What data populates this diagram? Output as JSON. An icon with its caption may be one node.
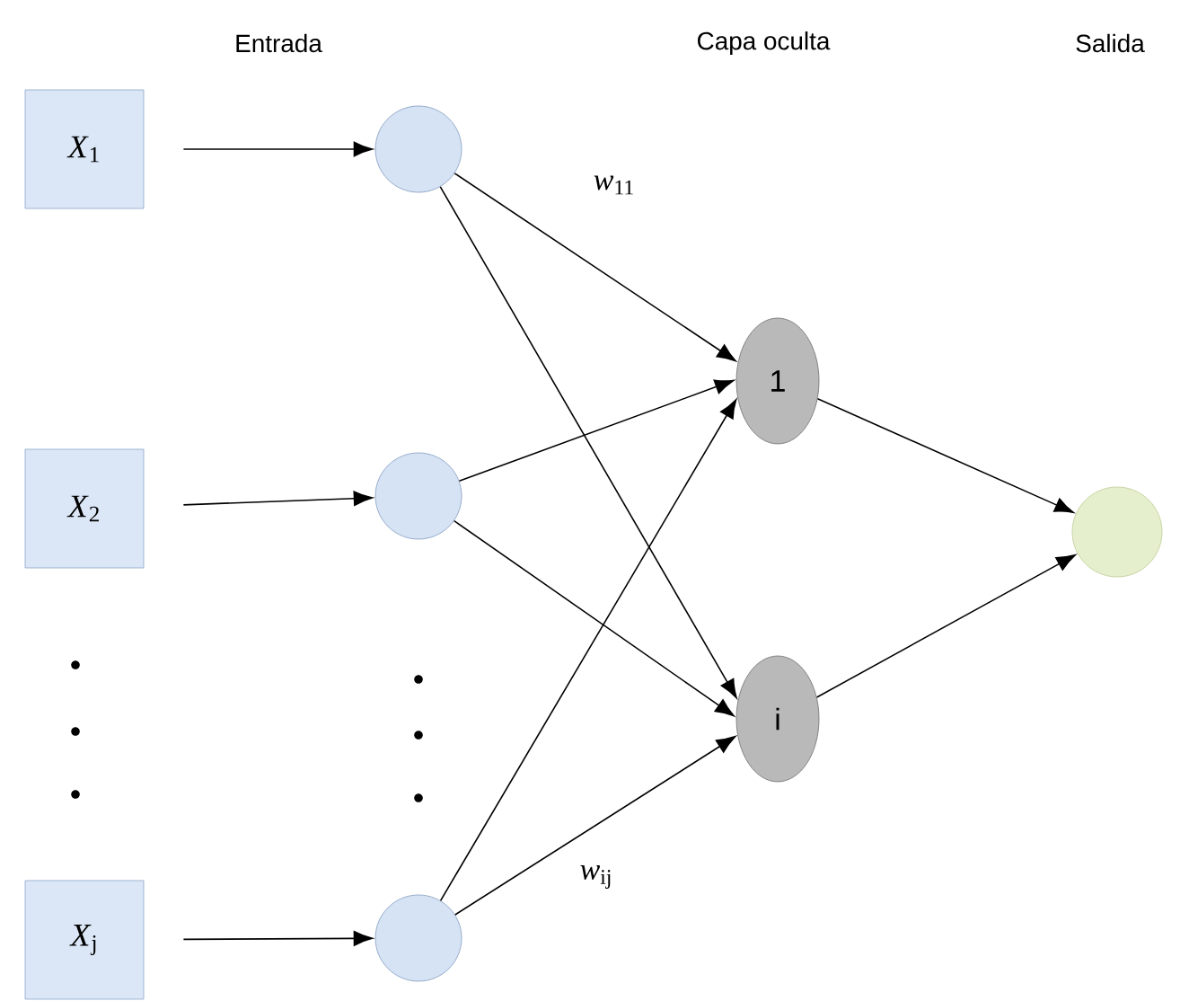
{
  "diagram": {
    "nodes": [
      {
        "text": [
          "*X*$_{1}$"
        ]
      },
      {
        "text": [
          "*X*$_{2}$"
        ]
      },
      {
        "text": [
          "*X*$_{j}$"
        ]
      },
      {
        "text": [],
        "shape": "circle"
      },
      {
        "text": [],
        "shape": "circle"
      },
      {
        "text": [],
        "shape": "circle"
      },
      {
        "text": [
          "1"
        ]
      },
      {
        "text": [
          "i"
        ]
      },
      {
        "text": [],
        "shape": "circle"
      }
    ],
    "edges": [
      {
        "from": 0,
        "to": 3,
        "arrow": "to"
      },
      {
        "from": 1,
        "to": 4,
        "arrow": "to"
      },
      {
        "from": 2,
        "to": 5,
        "arrow": "to"
      },
      {
        "from": 3,
        "to": 6,
        "arrow": "to",
        "label": "*w*$_{11}$"
      },
      {
        "from": 3,
        "to": 7,
        "arrow": "to"
      },
      {
        "from": 4,
        "to": 6,
        "arrow": "to"
      },
      {
        "from": 4,
        "to": 7,
        "arrow": "to"
      },
      {
        "from": 5,
        "to": 6,
        "arrow": "to"
      },
      {
        "from": 5,
        "to": 7,
        "arrow": "to",
        "label": "*w*$_{ij}$"
      },
      {
        "from": 6,
        "to": 8,
        "arrow": "to"
      },
      {
        "from": 7,
        "to": 8,
        "arrow": "to"
      }
    ],
    "labels": [
      "Entrada",
      "Capa oculta",
      "Salida"
    ]
  }
}
